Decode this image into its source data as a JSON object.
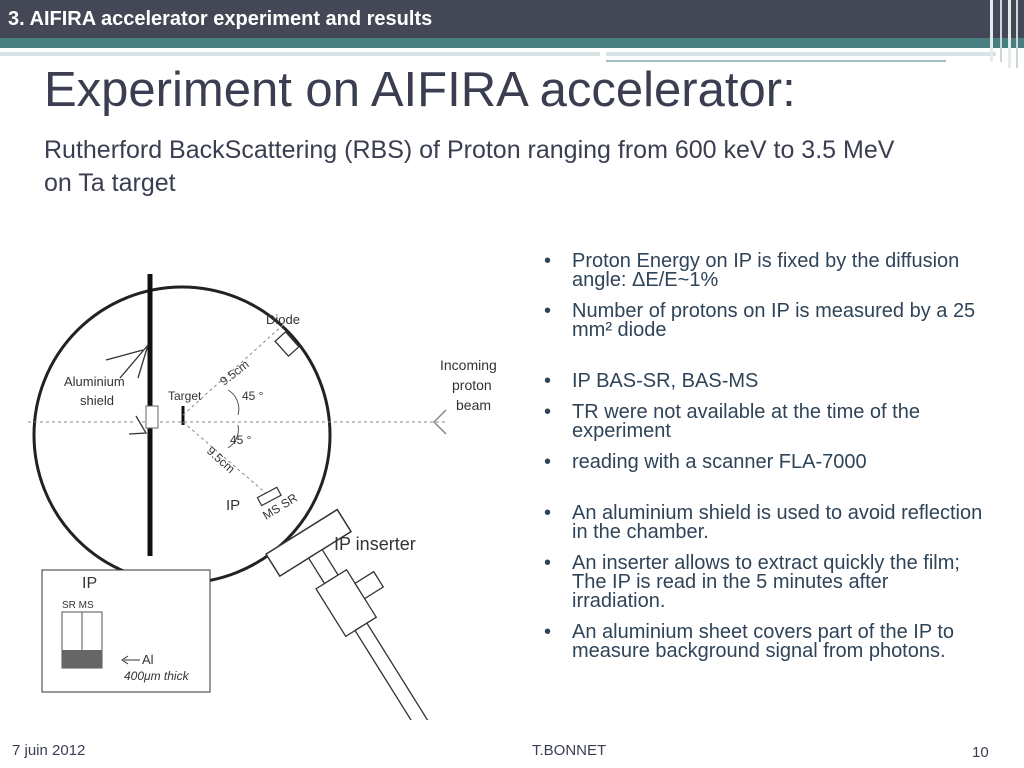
{
  "header": {
    "title": "3. AIFIRA accelerator experiment and results"
  },
  "slide": {
    "title": "Experiment on AIFIRA accelerator:",
    "subtitle": "Rutherford BackScattering (RBS) of Proton ranging from 600 keV to 3.5 MeV on Ta target"
  },
  "figure": {
    "diode": "Diode",
    "distance_top": "9.5cm",
    "distance_bottom": "9.5cm",
    "angle_top": "45 °",
    "angle_bottom": "45 °",
    "target": "Target",
    "shield_line1": "Aluminium",
    "shield_line2": "shield",
    "beam_line1": "Incoming",
    "beam_line2": "proton",
    "beam_line3": "beam",
    "ip": "IP",
    "ms_sr": "MS SR",
    "ip_inserter": "IP inserter",
    "inset_ip": "IP",
    "inset_sr_ms": "SR MS",
    "inset_al": "Al",
    "inset_thick": "400μm thick"
  },
  "bullets": [
    "Proton Energy on IP is fixed by the diffusion angle: ΔE/E~1%",
    "Number of protons on IP is measured by a 25 mm² diode",
    "IP BAS-SR, BAS-MS",
    "TR were not available at the time of the experiment",
    "reading with a scanner FLA-7000",
    "An aluminium shield is used to avoid reflection in the chamber.",
    "An inserter allows to extract quickly the film; The IP is read in the 5 minutes after irradiation.",
    "An aluminium sheet covers part of the IP to measure background signal from photons."
  ],
  "footer": {
    "date": "7  juin 2012",
    "author": "T.BONNET",
    "page": "10"
  }
}
